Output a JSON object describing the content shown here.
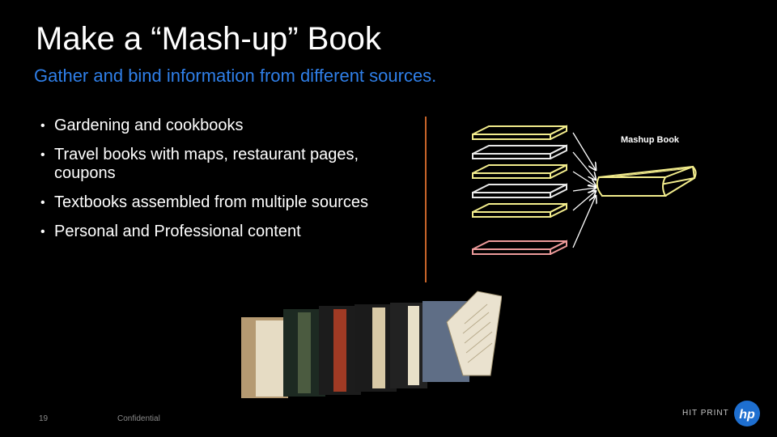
{
  "slide": {
    "title": "Make a “Mash-up” Book",
    "subtitle": "Gather and bind information from different sources.",
    "bullets": [
      "Gardening and cookbooks",
      "Travel books with maps, restaurant pages, coupons",
      "Textbooks assembled from multiple sources",
      "Personal and Professional content"
    ]
  },
  "diagram": {
    "target_label": "Mashup Book",
    "source_books": [
      {
        "color": "#f2ec8c"
      },
      {
        "color": "#e8e8e8"
      },
      {
        "color": "#f2ec8c"
      },
      {
        "color": "#e8e8e8"
      },
      {
        "color": "#f2ec8c"
      },
      {
        "color": "#ec9a9a"
      }
    ],
    "target_color": "#f2ec8c"
  },
  "footer": {
    "page_number": "19",
    "confidential": "Confidential",
    "brand_text": "HIT PRINT",
    "logo_text": "hp"
  },
  "colors": {
    "background": "#000000",
    "subtitle": "#2f7fe8",
    "divider": "#c8642a",
    "logo": "#1e6fd0"
  }
}
